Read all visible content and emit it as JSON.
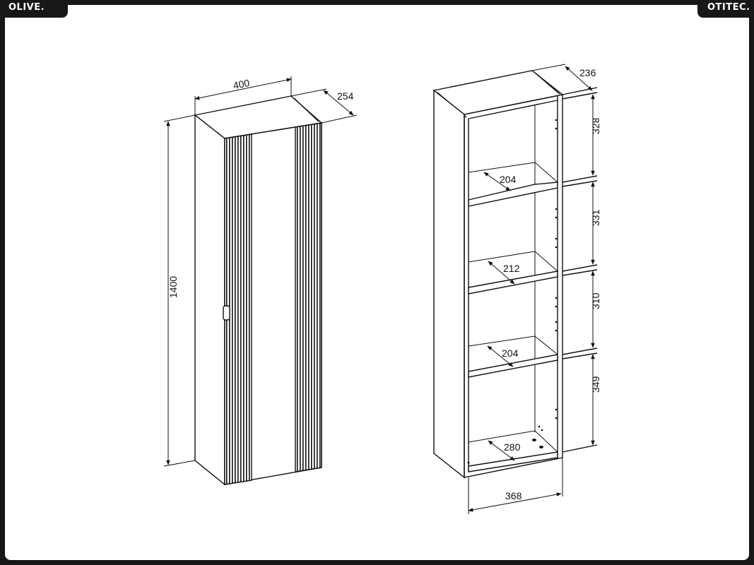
{
  "header": {
    "left_brand": "OLIVE.",
    "right_brand": "OTITEC."
  },
  "colors": {
    "frame_bg": "#161816",
    "canvas": "#ffffff",
    "line": "#111111"
  },
  "closed_cabinet": {
    "width_label": "400",
    "depth_label": "254",
    "height_label": "1400"
  },
  "open_cabinet": {
    "depth_label": "236",
    "outer_width_label": "368",
    "compartment_heights": [
      "328",
      "331",
      "310",
      "349"
    ],
    "shelf_depths": [
      "204",
      "212",
      "204",
      "280"
    ]
  }
}
